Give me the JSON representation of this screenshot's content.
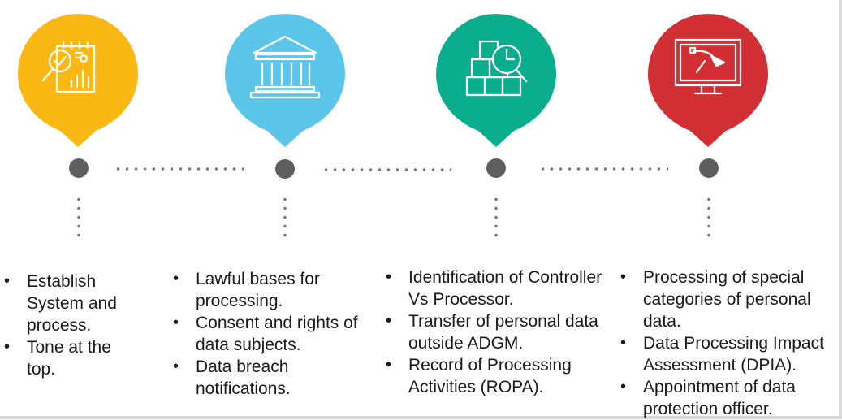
{
  "colors": {
    "step1": "#F9B814",
    "step2": "#5BC5EA",
    "step3": "#0AAD8C",
    "step4": "#D12F33",
    "node": "#5F5F5F",
    "dots": "#7A7A7A"
  },
  "steps": [
    {
      "icon": "report-magnifier-icon",
      "items": [
        "Establish System and process.",
        "Tone at the top."
      ]
    },
    {
      "icon": "bank-building-icon",
      "items": [
        "Lawful bases for processing.",
        "Consent and rights of data subjects.",
        "Data breach notifications."
      ]
    },
    {
      "icon": "boxes-clock-icon",
      "items": [
        "Identification of Controller Vs Processor.",
        "Transfer of personal data outside ADGM.",
        "Record of Processing Activities (ROPA)."
      ]
    },
    {
      "icon": "monitor-vector-icon",
      "items": [
        "Processing of special categories of personal data.",
        "Data Processing Impact Assessment (DPIA).",
        "Appointment of data protection officer."
      ]
    }
  ]
}
